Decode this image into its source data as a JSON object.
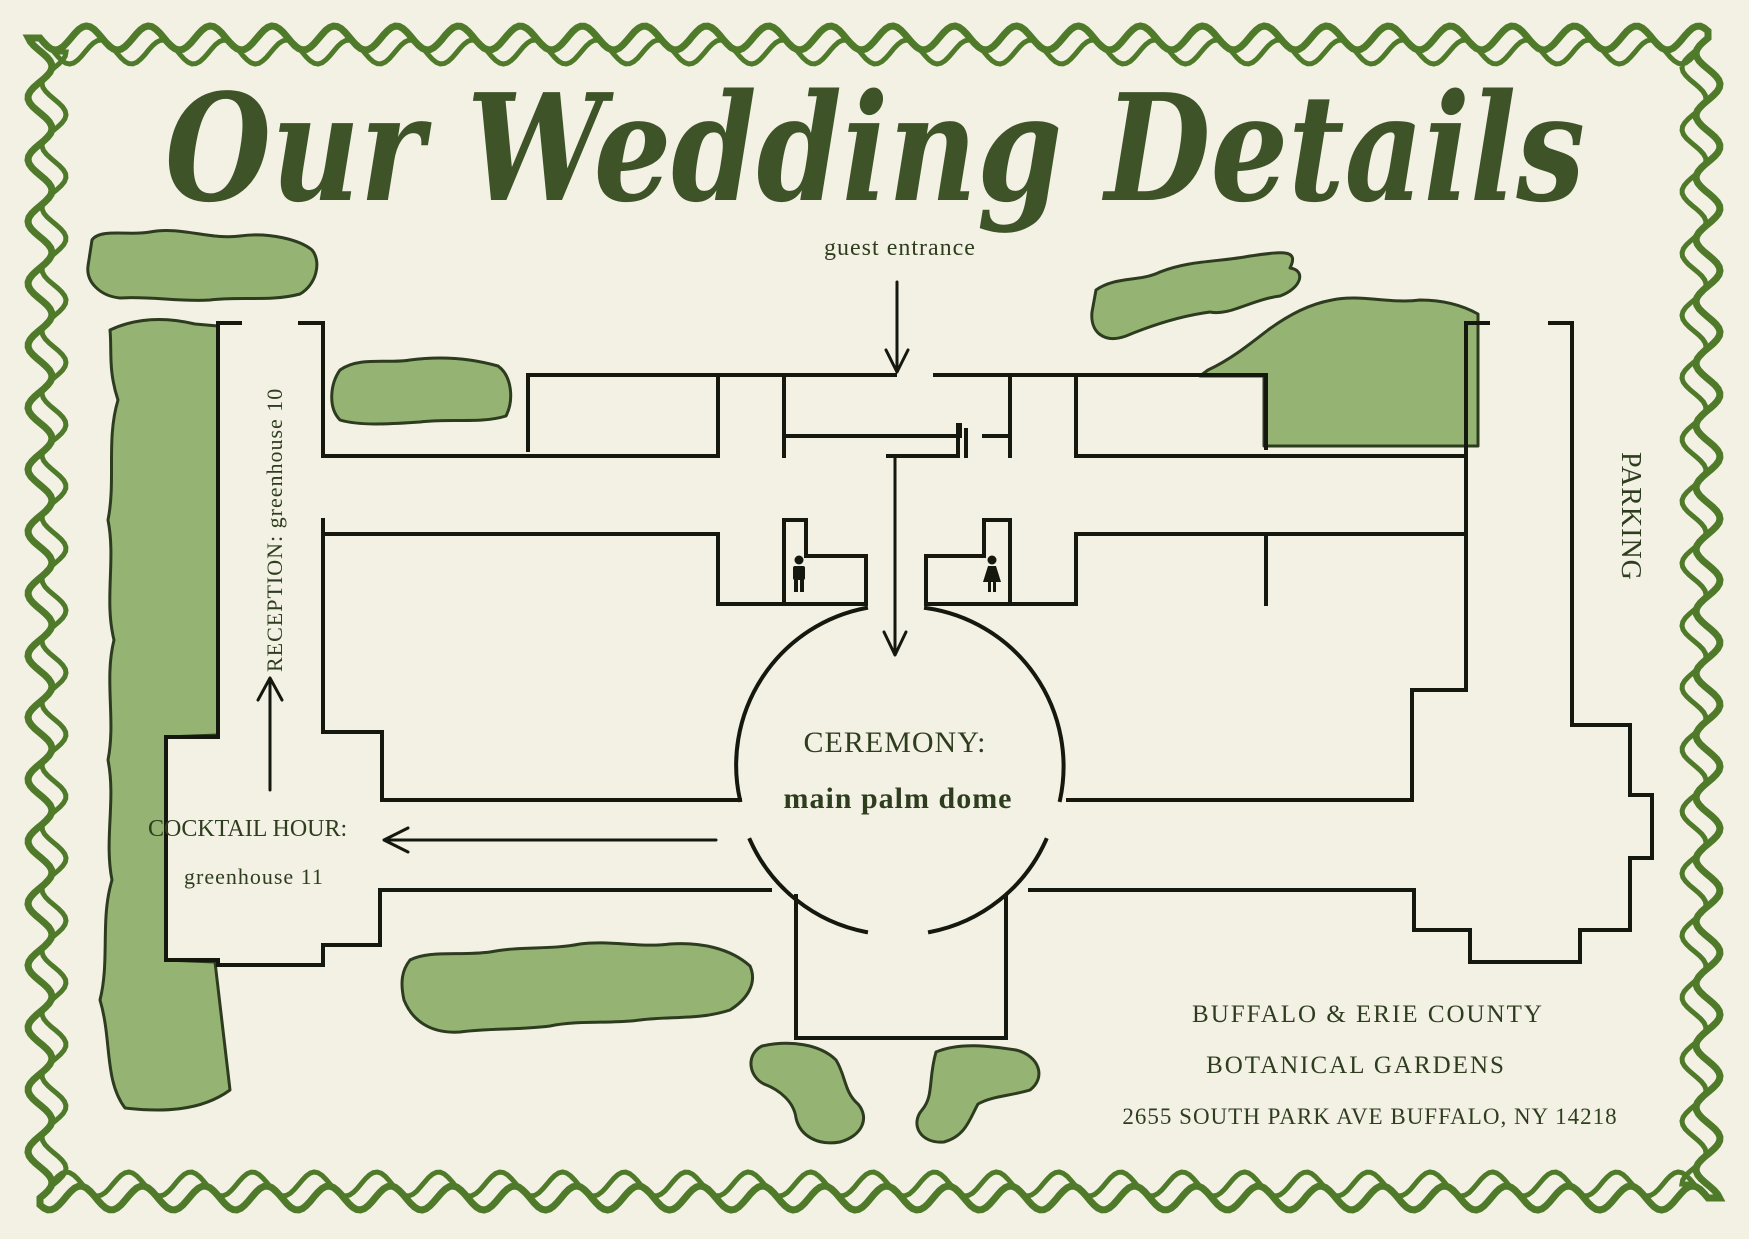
{
  "title": "Our Wedding Details",
  "labels": {
    "guest_entrance": "guest entrance",
    "reception_prefix": "RECEPTION: ",
    "reception_place": "greenhouse 10",
    "ceremony_prefix": "CEREMONY:",
    "ceremony_place": "main palm dome",
    "cocktail_prefix": "COCKTAIL HOUR:",
    "cocktail_place": "greenhouse 11",
    "parking": "PARKING"
  },
  "venue": {
    "line1": "BUFFALO & ERIE COUNTY",
    "line2": "BOTANICAL GARDENS",
    "address": "2655 SOUTH PARK AVE BUFFALO, NY 14218"
  },
  "icons": {
    "mens_restroom": "man-restroom-icon",
    "womens_restroom": "woman-restroom-icon"
  },
  "colors": {
    "background": "#f2f1e4",
    "border": "#4f7a2a",
    "foliage": "#95b474",
    "title": "#3e5428",
    "text": "#2f3d1f"
  }
}
